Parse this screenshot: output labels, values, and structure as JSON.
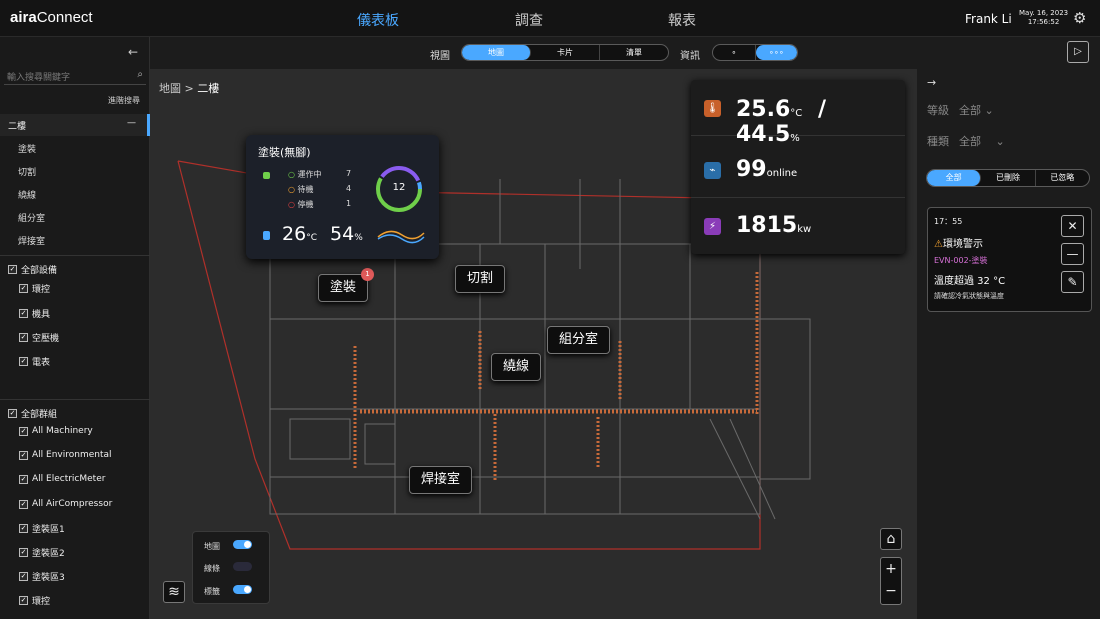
{
  "header": {
    "brand_bold": "aira",
    "brand_rest": "Connect",
    "nav": [
      "儀表板",
      "調查",
      "報表"
    ],
    "active_nav": "儀表板",
    "user": "Frank Li",
    "date": "May. 16, 2023",
    "time": "17:56:52"
  },
  "sidebar": {
    "search_placeholder": "輸入搜尋關鍵字",
    "advanced_search": "進階搜尋",
    "floor": "二樓",
    "floor_toggle": "—",
    "rooms": [
      "塗裝",
      "切割",
      "繞線",
      "組分室",
      "焊接室"
    ],
    "devices_header": "全部設備",
    "devices": [
      "環控",
      "機具",
      "空壓機",
      "電表"
    ],
    "groups_header": "全部群組",
    "groups": [
      "All Machinery",
      "All Environmental",
      "All ElectricMeter",
      "All AirCompressor",
      "塗裝區1",
      "塗裝區2",
      "塗裝區3",
      "環控"
    ]
  },
  "toolbar": {
    "view_label": "視圖",
    "view_options": [
      "地圖",
      "卡片",
      "清單"
    ],
    "view_selected": "地圖",
    "info_label": "資訊",
    "info_options": [
      "∘",
      "∘∘∘"
    ],
    "info_selected": "∘∘∘"
  },
  "map": {
    "breadcrumb_root": "地圖",
    "breadcrumb_sep": ">",
    "breadcrumb_current": "二樓",
    "zones": [
      {
        "label": "塗裝",
        "badge": "1"
      },
      {
        "label": "切割"
      },
      {
        "label": "組分室"
      },
      {
        "label": "繞線"
      },
      {
        "label": "焊接室"
      }
    ],
    "popup": {
      "title": "塗裝(無腳)",
      "statuses": [
        {
          "label": "運作中",
          "count": "7",
          "color": "#6fcf4a"
        },
        {
          "label": "待機",
          "count": "4",
          "color": "#f0a030"
        },
        {
          "label": "停機",
          "count": "1",
          "color": "#e04040"
        }
      ],
      "total": "12",
      "temp": "26",
      "temp_unit": "°C",
      "humidity": "54",
      "humidity_unit": "%"
    },
    "stats": {
      "temp": "25.6",
      "temp_unit": "°C",
      "slash": "/",
      "humidity": "44.5",
      "humidity_unit": "%",
      "online": "99",
      "online_unit": "online",
      "power": "1815",
      "power_unit": "kw"
    },
    "layers": [
      {
        "label": "地圖",
        "on": true
      },
      {
        "label": "線條",
        "on": false
      },
      {
        "label": "標籤",
        "on": true
      }
    ]
  },
  "right_panel": {
    "level_label": "等級",
    "level_value": "全部",
    "type_label": "種類",
    "type_value": "全部",
    "filters": [
      "全部",
      "已刪除",
      "已忽略"
    ],
    "filter_selected": "全部",
    "alarm": {
      "time": "17：55",
      "title": "環境警示",
      "event": "EVN-002-塗裝",
      "message": "溫度超過 32 °C",
      "detail": "請確認冷氣狀態與溫度"
    }
  },
  "colors": {
    "accent": "#4aa8ff",
    "alarm_event": "#d670d6",
    "temp_icon": "#c8602a",
    "online_icon": "#2a6ea8",
    "power_icon": "#8a3cb8"
  }
}
